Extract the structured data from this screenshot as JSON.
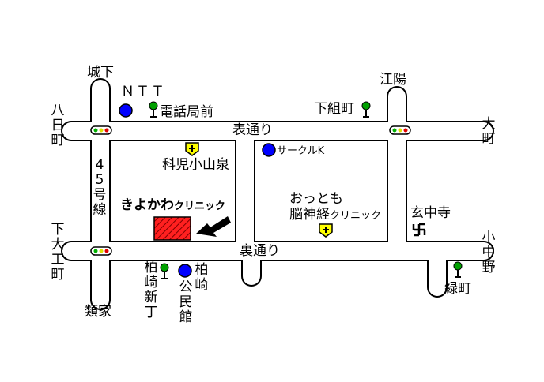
{
  "labels": {
    "jouka": "城下",
    "ntt": "ＮＴＴ",
    "denwa": "電話局前",
    "shimogumi": "下組町",
    "eyou": "江陽",
    "youka": "八日町",
    "oomachi": "大町",
    "omote": "表通り",
    "road45": "45号線",
    "sakulk": "サークルK",
    "clinic_peds": "科児小山泉",
    "kiyokawa": "きよかわ",
    "kiyokawa_sub": "クリニック",
    "ottomo1": "おっとも",
    "ottomo2": "脳神経",
    "ottomo2_sub": "クリニック",
    "genchuji": "玄中寺",
    "shimodaiku": "下大工町",
    "ura": "裏通り",
    "konakano": "小中野",
    "kashiwazaki_shincho": "柏崎新丁",
    "kashiwazaki_hall": "柏崎公民館",
    "midori": "緑町",
    "ruike": "類家"
  },
  "colors": {
    "road": "#000000",
    "ntt_circle": "#0000ff",
    "clinic_marker": "#ffff00",
    "target": "#ff0000",
    "tree_green": "#00a000"
  }
}
